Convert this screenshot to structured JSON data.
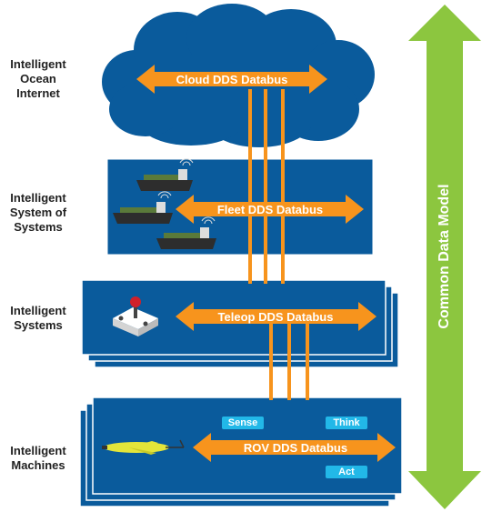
{
  "layers": {
    "cloud": {
      "lines": [
        "Intelligent",
        "Ocean",
        "Internet"
      ],
      "bus": "Cloud DDS Databus"
    },
    "fleet": {
      "lines": [
        "Intelligent",
        "System of",
        "Systems"
      ],
      "bus": "Fleet DDS Databus"
    },
    "teleop": {
      "lines": [
        "Intelligent",
        "Systems"
      ],
      "bus": "Teleop DDS Databus"
    },
    "rov": {
      "lines": [
        "Intelligent",
        "Machines"
      ],
      "bus": "ROV DDS Databus"
    }
  },
  "rov_chips": {
    "sense": "Sense",
    "think": "Think",
    "act": "Act"
  },
  "common_model": "Common Data Model",
  "colors": {
    "panel": "#0a5b9c",
    "cloud": "#0a5b9c",
    "bus_arrow": "#f7941d",
    "chip": "#22b8e8",
    "side_arrow": "#8cc63f"
  }
}
